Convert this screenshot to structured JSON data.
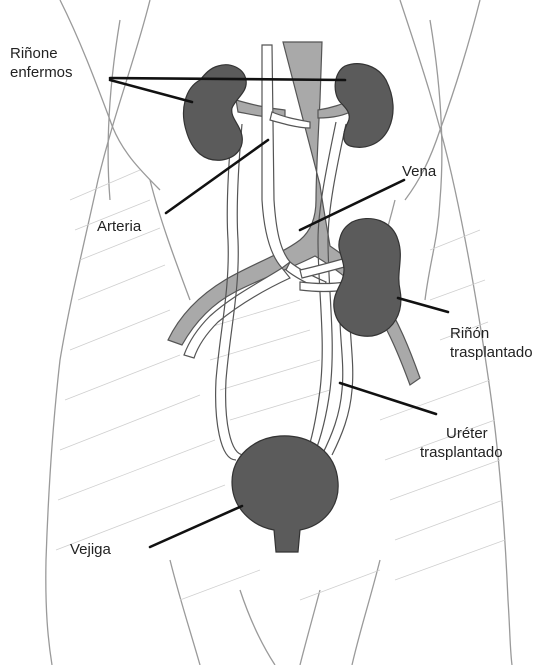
{
  "colors": {
    "organ_fill": "#5b5b5b",
    "vessel_fill": "#a9a9a9",
    "outline": "#555555",
    "leader_line": "#111111",
    "label_text": "#222222"
  },
  "labels": {
    "diseased_kidneys": {
      "line1": "Riñone",
      "line2": "enfermos"
    },
    "artery": "Arteria",
    "vein": "Vena",
    "transplanted_kidney": {
      "line1": "Riñón",
      "line2": "trasplantado"
    },
    "transplanted_ureter": {
      "line1": "Uréter",
      "line2": "trasplantado"
    },
    "bladder": "Vejiga"
  }
}
